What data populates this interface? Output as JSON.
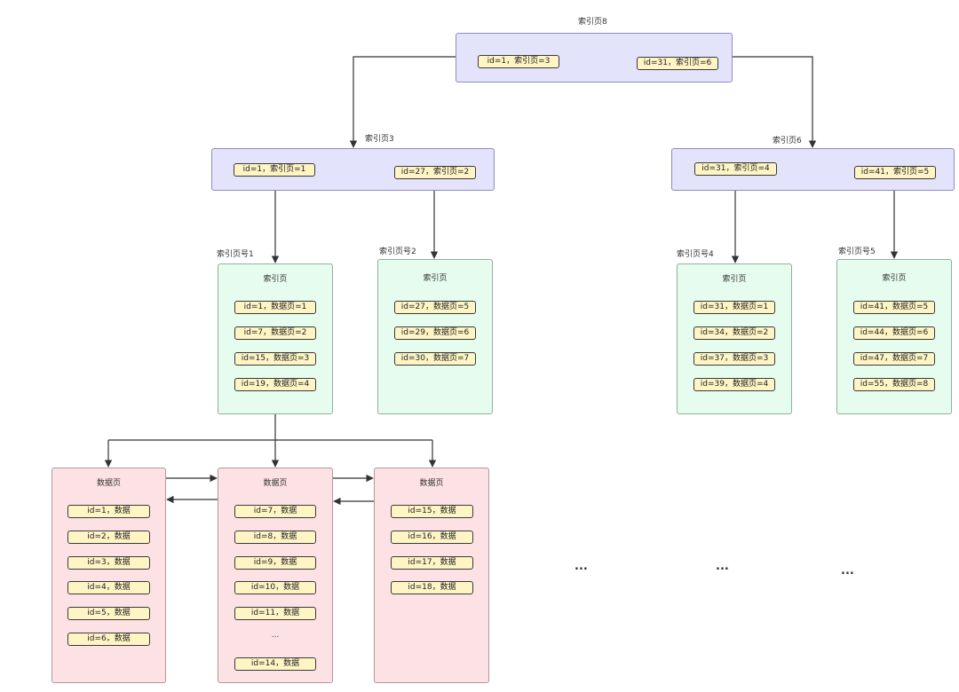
{
  "root": {
    "label": "索引页8",
    "entries": [
      "id=1，索引页=3",
      "id=31，索引页=6"
    ]
  },
  "level2": [
    {
      "label": "索引页3",
      "entries": [
        "id=1，索引页=1",
        "id=27，索引页=2"
      ]
    },
    {
      "label": "索引页6",
      "entries": [
        "id=31，索引页=4",
        "id=41，索引页=5"
      ]
    }
  ],
  "leaf_pages": [
    {
      "label": "索引页号1",
      "title": "索引页",
      "entries": [
        "id=1，数据页=1",
        "id=7，数据页=2",
        "id=15，数据页=3",
        "id=19，数据页=4"
      ]
    },
    {
      "label": "索引页号2",
      "title": "索引页",
      "entries": [
        "id=27，数据页=5",
        "id=29，数据页=6",
        "id=30，数据页=7"
      ]
    },
    {
      "label": "索引页号4",
      "title": "索引页",
      "entries": [
        "id=31，数据页=1",
        "id=34，数据页=2",
        "id=37，数据页=3",
        "id=39，数据页=4"
      ]
    },
    {
      "label": "索引页号5",
      "title": "索引页",
      "entries": [
        "id=41，数据页=5",
        "id=44，数据页=6",
        "id=47，数据页=7",
        "id=55，数据页=8"
      ]
    }
  ],
  "data_pages": [
    {
      "title": "数据页",
      "entries": [
        "id=1，数据",
        "id=2，数据",
        "id=3，数据",
        "id=4，数据",
        "id=5，数据",
        "id=6，数据"
      ]
    },
    {
      "title": "数据页",
      "entries": [
        "id=7，数据",
        "id=8，数据",
        "id=9，数据",
        "id=10，数据",
        "id=11，数据",
        "...",
        "id=14，数据"
      ]
    },
    {
      "title": "数据页",
      "entries": [
        "id=15，数据",
        "id=16，数据",
        "id=17，数据",
        "id=18，数据"
      ]
    }
  ],
  "ellipses": [
    "...",
    "...",
    "..."
  ]
}
